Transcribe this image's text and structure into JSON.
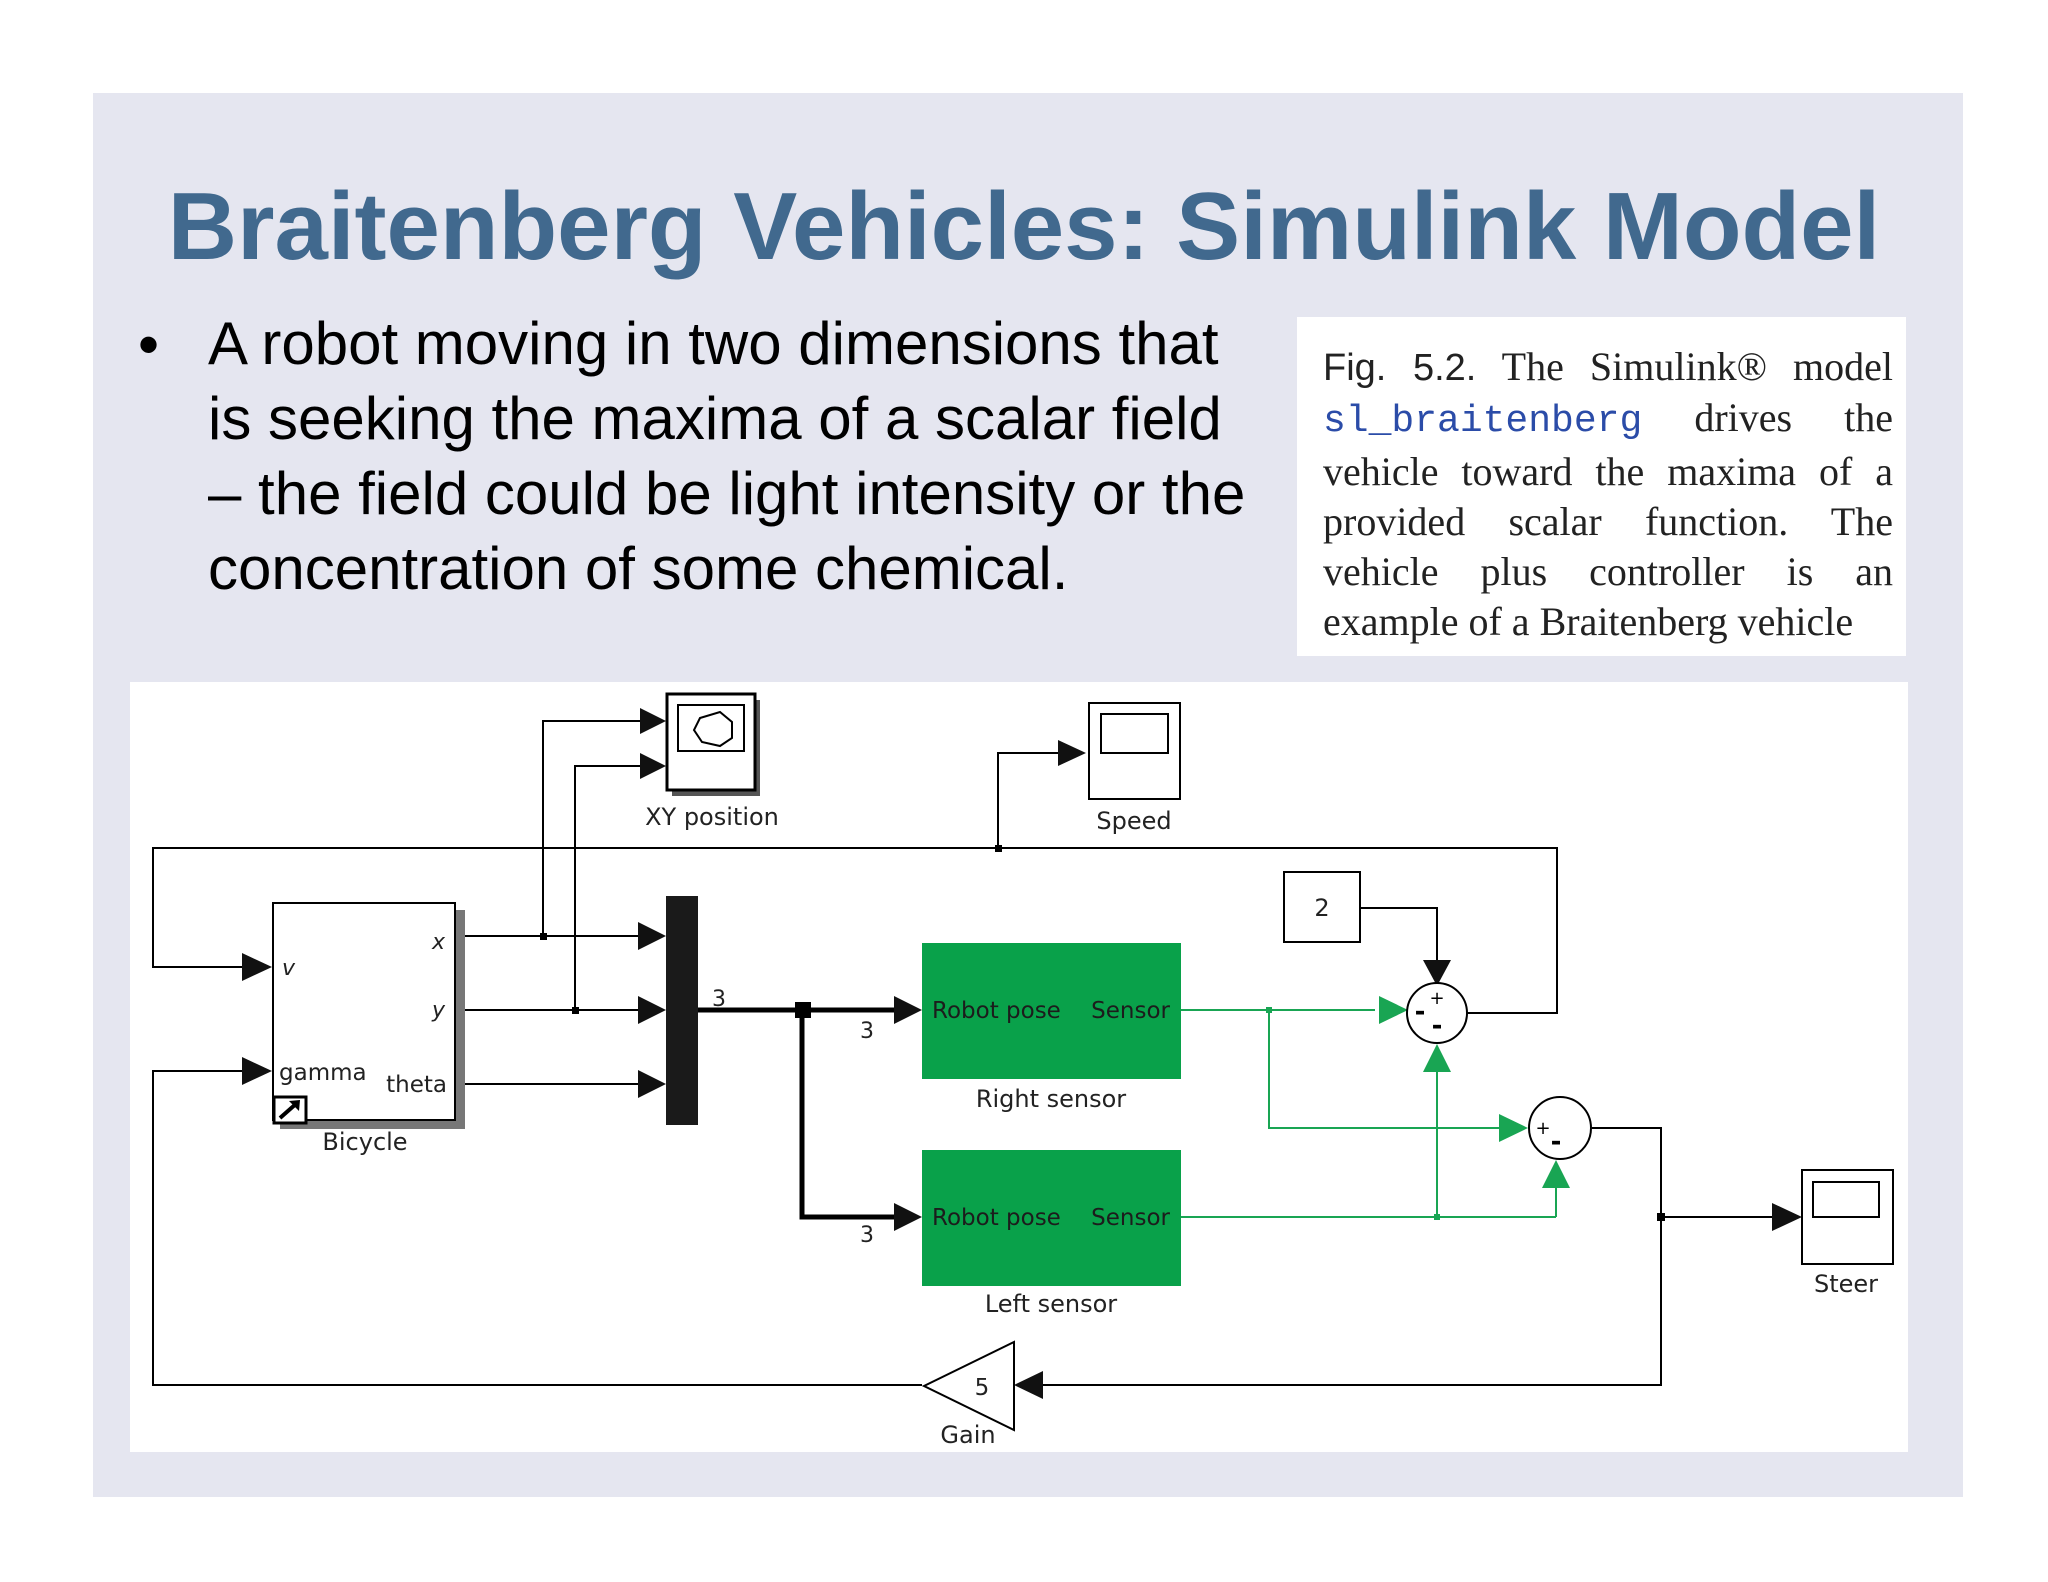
{
  "slide": {
    "title": "Braitenberg Vehicles: Simulink Model",
    "bullet_marker": "•",
    "bullet_text": "A robot moving in two dimensions that is seeking the maxima of a scalar field – the field could be light intensity or the concentration of some chemical."
  },
  "caption": {
    "fig_label": "Fig. 5.2.",
    "text_before_code": " The Simulink® model ",
    "code": "sl_braitenberg",
    "text_after_code": " drives the vehicle toward the maxima of a provided scalar function. The vehicle plus controller is an example of a Braitenberg vehicle"
  },
  "diagram": {
    "blocks": {
      "xy_position_label": "XY position",
      "speed_label": "Speed",
      "bicycle_label": "Bicycle",
      "bicycle_port_v": "v",
      "bicycle_port_gamma": "gamma",
      "bicycle_port_x": "x",
      "bicycle_port_y": "y",
      "bicycle_port_theta": "theta",
      "mux_width": "3",
      "right_sensor_width": "3",
      "left_sensor_width": "3",
      "right_sensor_label": "Right sensor",
      "left_sensor_label": "Left sensor",
      "sensor_in_port": "Robot pose",
      "sensor_out_port": "Sensor",
      "constant_value": "2",
      "sum1_top_sign": "+",
      "sum1_left_sign": "-",
      "sum1_bottom_sign": "-",
      "sum2_left_sign": "+",
      "sum2_bottom_sign": "-",
      "gain_value": "5",
      "gain_label": "Gain",
      "steer_label": "Steer"
    },
    "colors": {
      "sensor_block": "#09a14a",
      "green_wire": "#19a553",
      "black_wire": "#000000",
      "title": "#41698e"
    }
  }
}
